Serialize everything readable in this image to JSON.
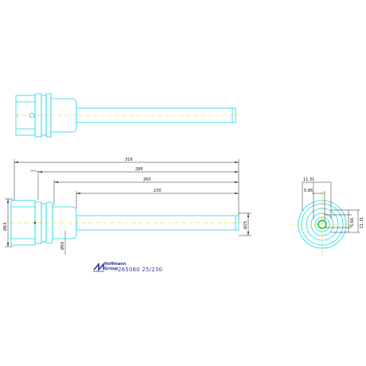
{
  "colors": {
    "outline": "#19d6e6",
    "dimension": "#222222",
    "centerline": "#e6d000",
    "core": "#19d04a",
    "brand": "#2a3a9a"
  },
  "dimensions": {
    "overall": "316",
    "d286": "286",
    "d260": "260",
    "d230": "230",
    "dia63": "Ø63",
    "dia50": "Ø50",
    "dia25": "Ø25"
  },
  "end_view": {
    "w1131": "11.31",
    "w566": "5.66",
    "h566": "5.66",
    "h1131": "11.31"
  },
  "logo": {
    "line1": "Hoffmann",
    "line2": "Group",
    "icon": "hoffmann-group-logo-icon"
  },
  "part_code": "265060 25/230"
}
